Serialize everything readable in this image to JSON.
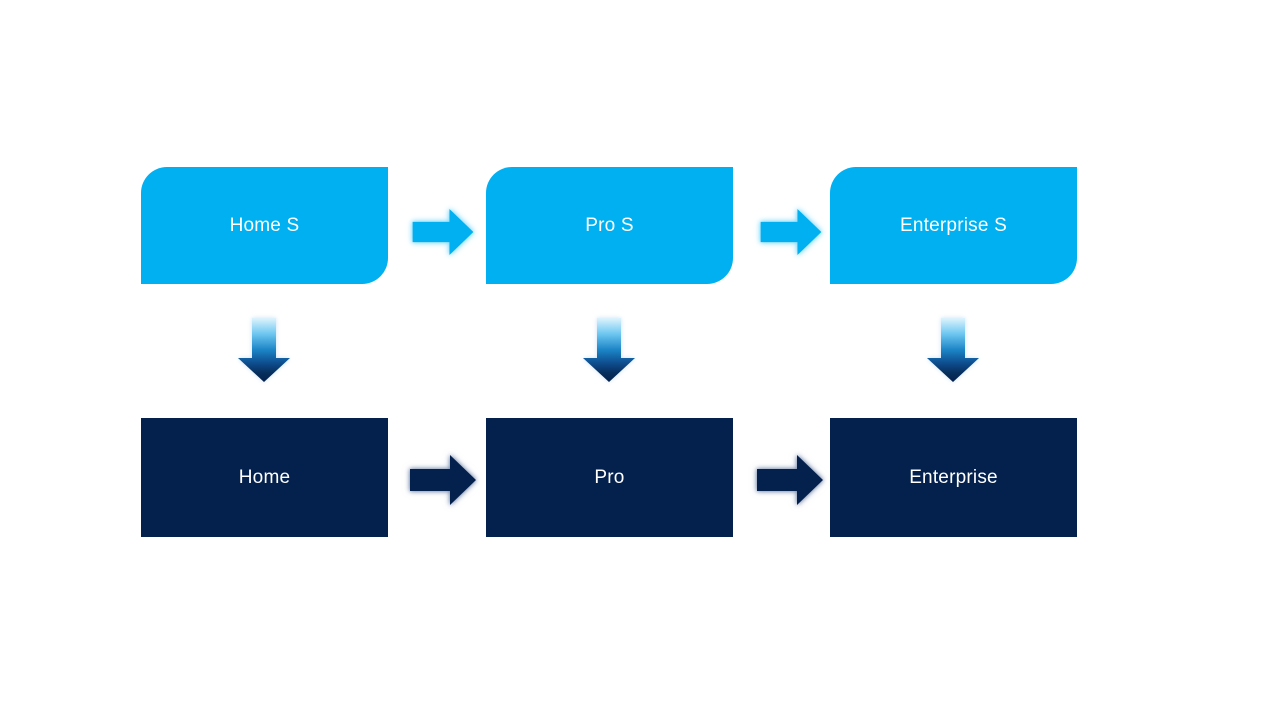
{
  "diagram": {
    "title": "",
    "top_row": [
      {
        "label": "Home S"
      },
      {
        "label": "Pro S"
      },
      {
        "label": "Enterprise S"
      }
    ],
    "bottom_row": [
      {
        "label": "Home"
      },
      {
        "label": "Pro"
      },
      {
        "label": "Enterprise"
      }
    ],
    "icons": {
      "right_arrow": "right-arrow-icon",
      "down_arrow": "down-arrow-icon"
    },
    "colors": {
      "top_box_fill": "#00B0F0",
      "bottom_box_fill": "#04214D",
      "label_text": "#FFFFFF",
      "top_arrow_fill": "#00B0F0",
      "bottom_arrow_fill": "#04214D",
      "down_arrow_gradient_top": "#DFF4FD",
      "down_arrow_gradient_bottom": "#04204A",
      "background": "#FFFFFF"
    }
  }
}
